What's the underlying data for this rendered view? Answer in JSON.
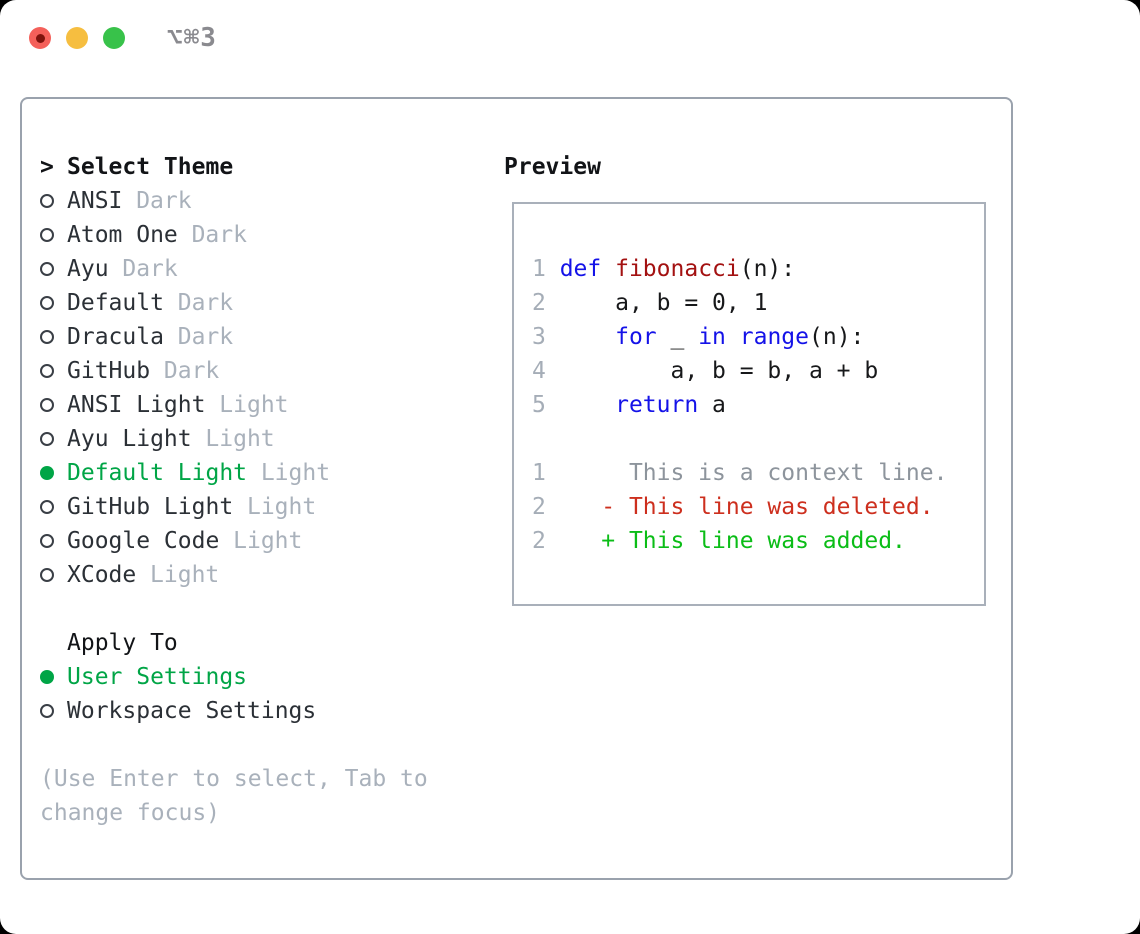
{
  "window": {
    "title": "⌥⌘3"
  },
  "colors": {
    "accent_green": "#00a546",
    "diff_add": "#0bbd17",
    "diff_del": "#cd2f1e",
    "keyword_blue": "#1412e8",
    "function_red": "#a31111",
    "code_black": "#17181a",
    "context_gray": "#8d949c",
    "line_number_gray": "#a5adb7",
    "muted_gray": "#a9b1bb",
    "text_dark": "#2b3036",
    "heading_black": "#121417",
    "border_gray": "#9aa2ad",
    "preview_border_gray": "#a9b0ba",
    "title_gray": "#8a8a8f",
    "traffic_red": "#f4605a",
    "traffic_red_dot": "#7e130d",
    "traffic_yellow": "#f6be40",
    "traffic_green": "#38c24a"
  },
  "theme_selector": {
    "prompt": ">",
    "heading": "Select Theme",
    "items": [
      {
        "name": "ANSI",
        "variant": "Dark",
        "selected": false
      },
      {
        "name": "Atom One",
        "variant": "Dark",
        "selected": false
      },
      {
        "name": "Ayu",
        "variant": "Dark",
        "selected": false
      },
      {
        "name": "Default",
        "variant": "Dark",
        "selected": false
      },
      {
        "name": "Dracula",
        "variant": "Dark",
        "selected": false
      },
      {
        "name": "GitHub",
        "variant": "Dark",
        "selected": false
      },
      {
        "name": "ANSI Light",
        "variant": "Light",
        "selected": false
      },
      {
        "name": "Ayu Light",
        "variant": "Light",
        "selected": false
      },
      {
        "name": "Default Light",
        "variant": "Light",
        "selected": true
      },
      {
        "name": "GitHub Light",
        "variant": "Light",
        "selected": false
      },
      {
        "name": "Google Code",
        "variant": "Light",
        "selected": false
      },
      {
        "name": "XCode",
        "variant": "Light",
        "selected": false
      }
    ]
  },
  "apply_to": {
    "heading": "Apply To",
    "options": [
      {
        "name": "User Settings",
        "selected": true
      },
      {
        "name": "Workspace Settings",
        "selected": false
      }
    ]
  },
  "help_text": {
    "line1": "(Use Enter to select, Tab to",
    "line2": "change focus)"
  },
  "preview": {
    "heading": "Preview",
    "lines": [
      [
        {
          "t": "1 ",
          "c": "num"
        },
        {
          "t": "def",
          "c": "kw"
        },
        {
          "t": " ",
          "c": "plain"
        },
        {
          "t": "fibonacci",
          "c": "fn"
        },
        {
          "t": "(n):",
          "c": "plain"
        }
      ],
      [
        {
          "t": "2 ",
          "c": "num"
        },
        {
          "t": "    a, b = 0, 1",
          "c": "plain"
        }
      ],
      [
        {
          "t": "3 ",
          "c": "num"
        },
        {
          "t": "    ",
          "c": "plain"
        },
        {
          "t": "for",
          "c": "kw"
        },
        {
          "t": " _ ",
          "c": "plain"
        },
        {
          "t": "in",
          "c": "kw"
        },
        {
          "t": " ",
          "c": "plain"
        },
        {
          "t": "range",
          "c": "kw"
        },
        {
          "t": "(n):",
          "c": "plain"
        }
      ],
      [
        {
          "t": "4 ",
          "c": "num"
        },
        {
          "t": "        a, b = b, a + b",
          "c": "plain"
        }
      ],
      [
        {
          "t": "5 ",
          "c": "num"
        },
        {
          "t": "    ",
          "c": "plain"
        },
        {
          "t": "return",
          "c": "kw"
        },
        {
          "t": " a",
          "c": "plain"
        }
      ],
      [],
      [
        {
          "t": "1",
          "c": "num"
        },
        {
          "t": "      This is a context line.",
          "c": "ctx"
        }
      ],
      [
        {
          "t": "2",
          "c": "num"
        },
        {
          "t": "    - This line was deleted.",
          "c": "del"
        }
      ],
      [
        {
          "t": "2",
          "c": "num"
        },
        {
          "t": "    + This line was added.",
          "c": "add"
        }
      ]
    ]
  }
}
